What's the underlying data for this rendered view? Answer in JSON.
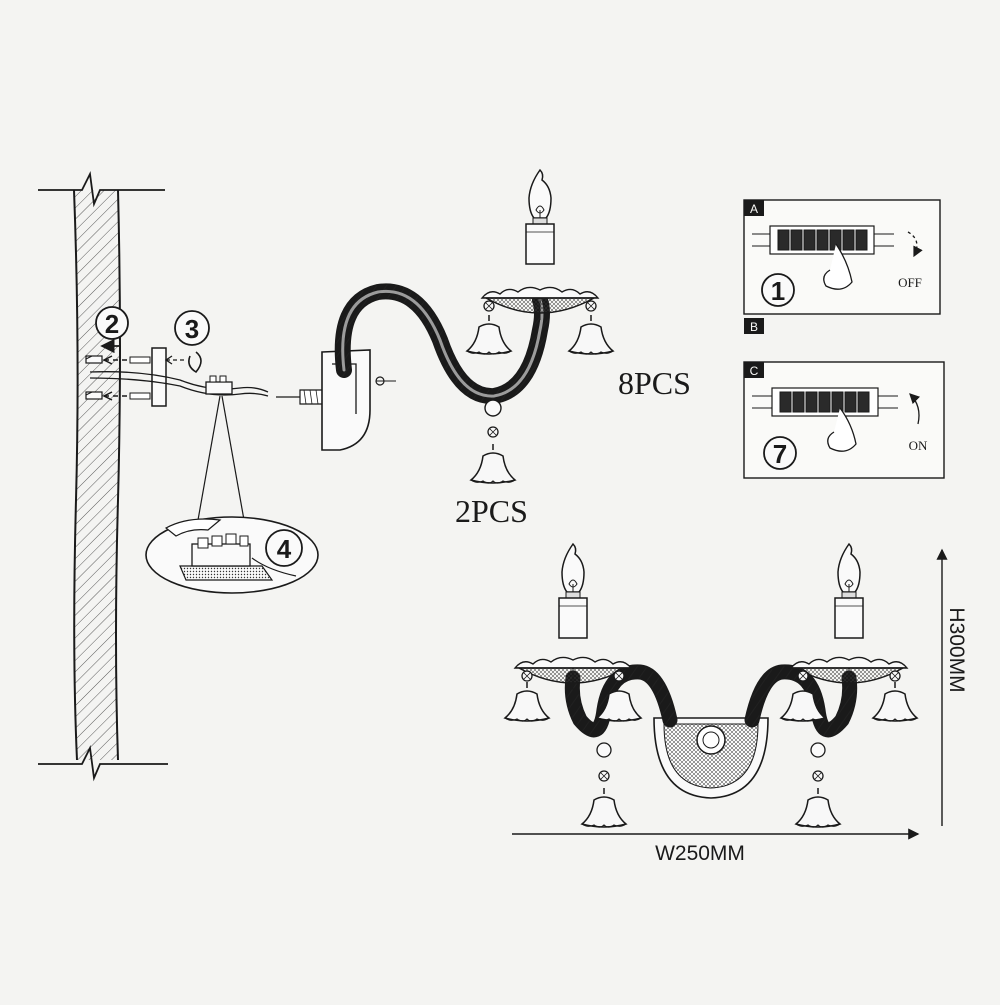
{
  "steps": {
    "step2": "2",
    "step3": "3",
    "step4": "4",
    "step1": "1",
    "step7": "7"
  },
  "panels": {
    "panel_a": {
      "letter": "A",
      "label": "OFF"
    },
    "panel_b": {
      "letter": "B"
    },
    "panel_c": {
      "letter": "C",
      "label": "ON"
    }
  },
  "quantities": {
    "bells": "8PCS",
    "arm_bells": "2PCS"
  },
  "dimensions": {
    "width": "W250MM",
    "height": "H300MM"
  },
  "colors": {
    "ink": "#1a1a1a",
    "paper": "#f4f4f2",
    "panel_bg": "#fafaf8"
  }
}
